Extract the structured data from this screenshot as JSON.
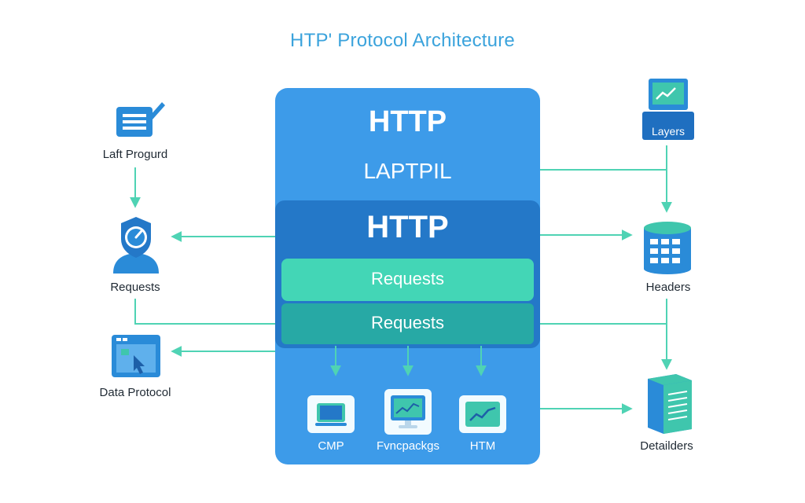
{
  "title": "HTP' Protocol Architecture",
  "colors": {
    "title": "#3ba3dc",
    "stack_background": "#3d9be9",
    "http_band": "#2478c8",
    "requests_band_light": "#43d6b6",
    "requests_band_dark": "#27a9a5",
    "arrow": "#4fd3b4",
    "icon_blue": "#2a8bd8",
    "icon_teal": "#3fc6ad"
  },
  "stack": {
    "header_title": "HTTP",
    "header_subtitle": "LAPTPIL",
    "band_title": "HTTP",
    "requests_primary": "Requests",
    "requests_secondary": "Requests",
    "bottom_items": [
      {
        "label": "CMP",
        "icon": "monitor-icon"
      },
      {
        "label": "Fvncpackgs",
        "icon": "chart-monitor-icon"
      },
      {
        "label": "HTM",
        "icon": "chart-screen-icon"
      }
    ]
  },
  "left_nodes": [
    {
      "label": "Laft Progurd",
      "icon": "checklist-icon"
    },
    {
      "label": "Requests",
      "icon": "speed-user-icon"
    },
    {
      "label": "Data Protocol",
      "icon": "browser-window-icon"
    }
  ],
  "right_nodes": [
    {
      "label": "Layers",
      "icon": "laptop-chart-icon"
    },
    {
      "label": "Headers",
      "icon": "database-icon"
    },
    {
      "label": "Detailders",
      "icon": "server-icon"
    }
  ]
}
